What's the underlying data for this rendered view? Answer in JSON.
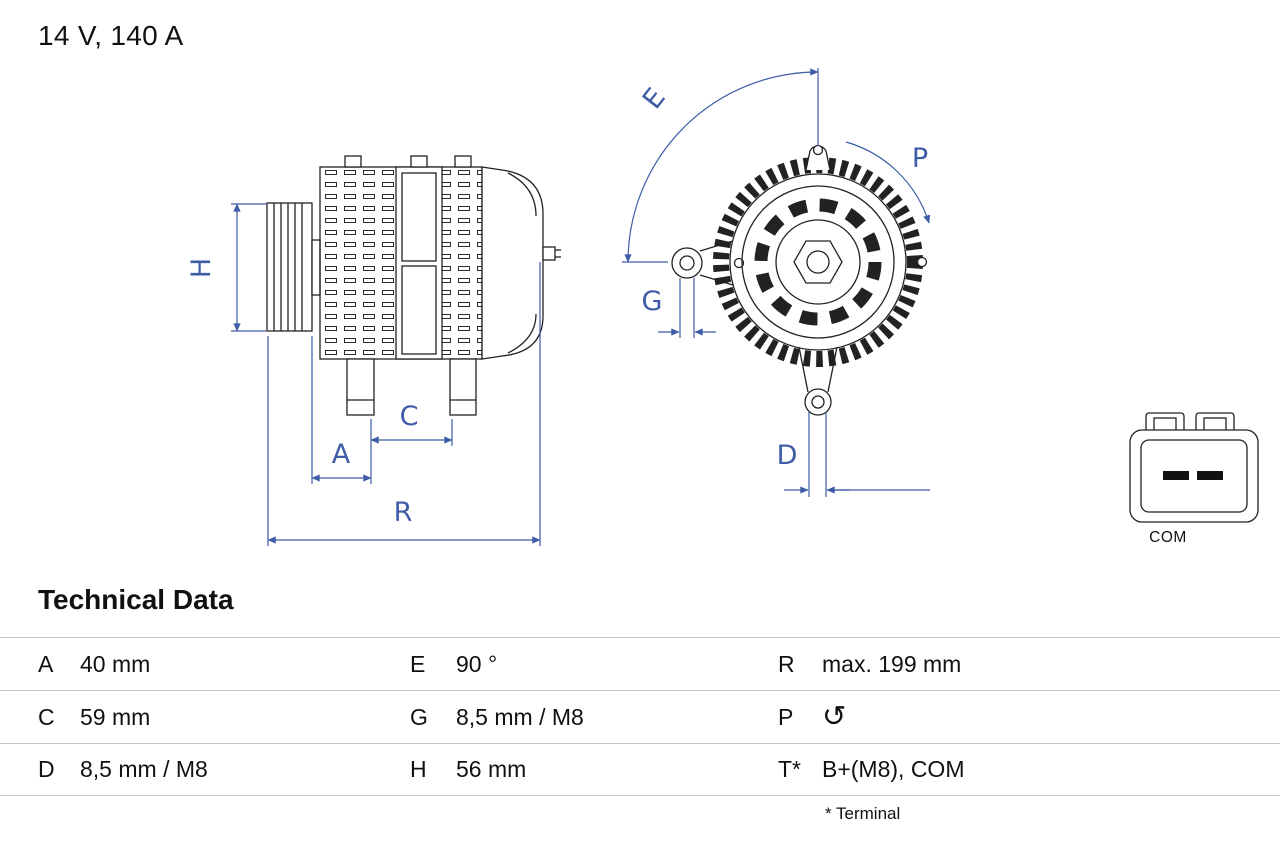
{
  "title": "14 V, 140 A",
  "drawing": {
    "dimension_color": "#3d5ba6",
    "line_color": "#222222",
    "dimension_labels": {
      "H": "H",
      "A": "A",
      "C": "C",
      "R": "R",
      "E": "E",
      "G": "G",
      "D": "D",
      "P": "P"
    },
    "connector_label": "COM"
  },
  "technical_data": {
    "heading": "Technical Data",
    "rows": [
      {
        "c1": {
          "key": "A",
          "value": "40 mm"
        },
        "c2": {
          "key": "E",
          "value": "90 °"
        },
        "c3": {
          "key": "R",
          "value": "max. 199 mm"
        }
      },
      {
        "c1": {
          "key": "C",
          "value": "59 mm"
        },
        "c2": {
          "key": "G",
          "value": "8,5 mm / M8"
        },
        "c3": {
          "key": "P",
          "icon": "rotation-ccw",
          "icon_glyph": "↺"
        }
      },
      {
        "c1": {
          "key": "D",
          "value": "8,5 mm / M8"
        },
        "c2": {
          "key": "H",
          "value": "56 mm"
        },
        "c3": {
          "key": "T*",
          "value": "B+(M8), COM"
        }
      }
    ],
    "footnote": "* Terminal"
  }
}
